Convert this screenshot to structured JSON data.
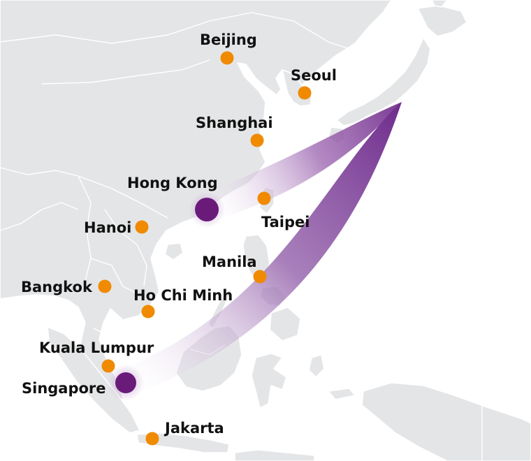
{
  "map": {
    "colors": {
      "land": "#e4e5e7",
      "sea": "#ffffff",
      "city_marker": "#f08a00",
      "hub_marker": "#6a1b7a",
      "route": "#8a4a9e"
    },
    "cities": [
      {
        "id": "beijing",
        "label": "Beijing",
        "type": "city"
      },
      {
        "id": "seoul",
        "label": "Seoul",
        "type": "city"
      },
      {
        "id": "shanghai",
        "label": "Shanghai",
        "type": "city"
      },
      {
        "id": "hongkong",
        "label": "Hong Kong",
        "type": "hub"
      },
      {
        "id": "taipei",
        "label": "Taipei",
        "type": "city"
      },
      {
        "id": "hanoi",
        "label": "Hanoi",
        "type": "city"
      },
      {
        "id": "manila",
        "label": "Manila",
        "type": "city"
      },
      {
        "id": "bangkok",
        "label": "Bangkok",
        "type": "city"
      },
      {
        "id": "hochiminh",
        "label": "Ho Chi Minh",
        "type": "city"
      },
      {
        "id": "kualalumpur",
        "label": "Kuala Lumpur",
        "type": "city"
      },
      {
        "id": "singapore",
        "label": "Singapore",
        "type": "hub"
      },
      {
        "id": "jakarta",
        "label": "Jakarta",
        "type": "city"
      }
    ],
    "routes": [
      {
        "from": "Japan",
        "to": "Hong Kong"
      },
      {
        "from": "Japan",
        "to": "Singapore"
      }
    ]
  }
}
